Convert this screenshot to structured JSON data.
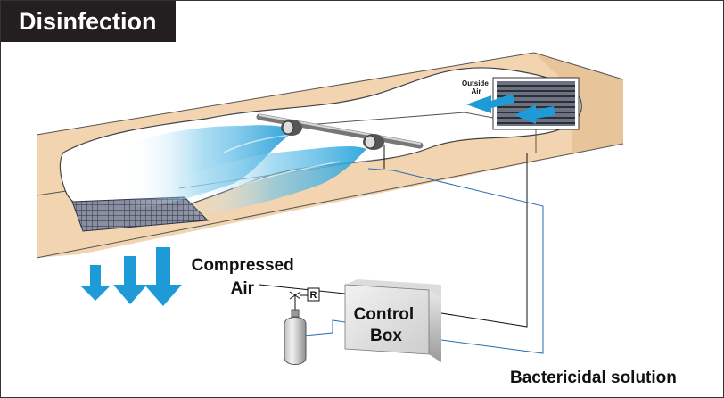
{
  "title": "Disinfection",
  "labels": {
    "outside_air": [
      "Outside",
      "Air"
    ],
    "compressed_air": [
      "Compressed",
      "Air"
    ],
    "control_box": [
      "Control",
      "Box"
    ],
    "bactericidal": "Bactericidal solution",
    "regulator": "R"
  },
  "colors": {
    "duct_fill": "#f2d4b0",
    "duct_shade": "#e6bd92",
    "arrow_blue": "#1e9ad6",
    "mist_blue": "#3aaee0",
    "pipe_blue": "#2a6fb0",
    "title_bg": "#231f20"
  }
}
